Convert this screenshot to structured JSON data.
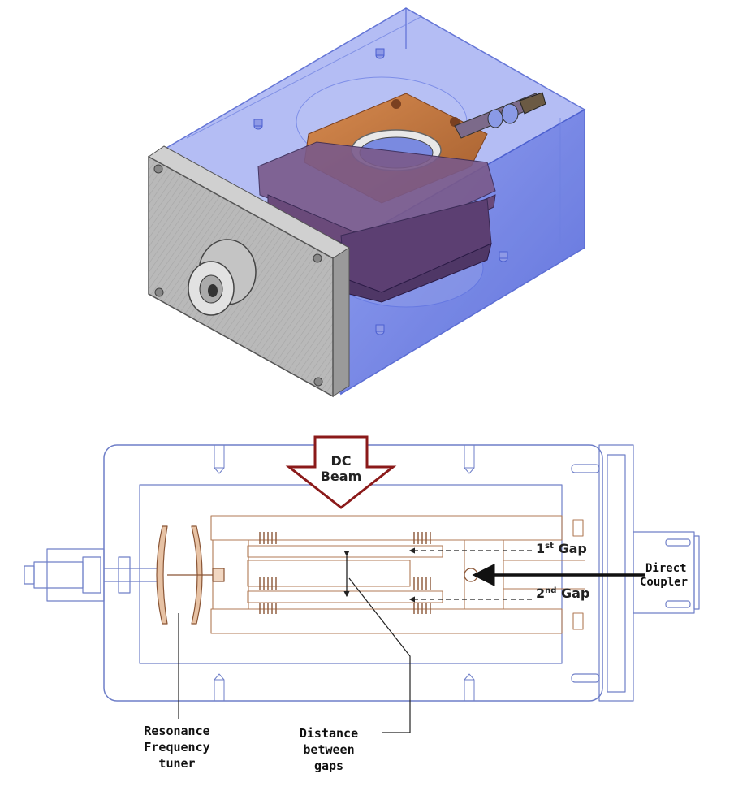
{
  "labels": {
    "dc_beam_line1": "DC",
    "dc_beam_line2": "Beam",
    "gap1_num": "1",
    "gap1_sup": "st",
    "gap1_word": " Gap",
    "gap2_num": "2",
    "gap2_sup": "nd",
    "gap2_word": " Gap",
    "coupler_line1": "Direct",
    "coupler_line2": "Coupler",
    "tuner_line1": "Resonance",
    "tuner_line2": "Frequency",
    "tuner_line3": "tuner",
    "distance_line1": "Distance",
    "distance_line2": "between",
    "distance_line3": "gaps"
  },
  "colors": {
    "housing_blue": "#5a6fe0",
    "copper": "#c87a45",
    "plate_purple": "#6b4f8a",
    "end_plate": "#b8b8b8",
    "drawing_blue": "#6f7fc8",
    "drawing_copper": "#b07a55",
    "arrow_red": "#8b1a1a"
  }
}
